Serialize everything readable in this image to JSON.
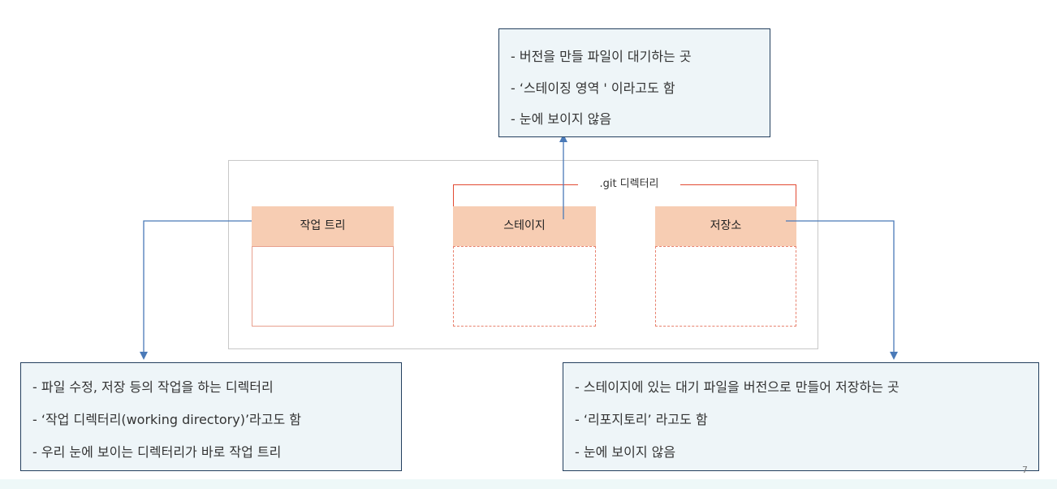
{
  "diagram": {
    "git_directory_label": ".git 디렉터리",
    "areas": {
      "working_tree": {
        "label": "작업 트리"
      },
      "stage": {
        "label": "스테이지"
      },
      "repository": {
        "label": "저장소"
      }
    },
    "callouts": {
      "stage": [
        "- 버전을 만들 파일이 대기하는 곳",
        "- ‘스테이징 영역 ' 이라고도 함",
        "- 눈에 보이지 않음"
      ],
      "working_tree": [
        "- 파일 수정, 저장 등의 작업을 하는 디렉터리",
        "- ‘작업 디렉터리(working directory)’라고도 함",
        "- 우리 눈에 보이는 디렉터리가 바로 작업 트리"
      ],
      "repository": [
        "- 스테이지에 있는 대기 파일을 버전으로 만들어 저장하는 곳",
        "-  ‘리포지토리’ 라고도 함",
        "-  눈에 보이지 않음"
      ]
    },
    "page_number": "7"
  },
  "colors": {
    "header_fill": "#f7cdb3",
    "box_border": "#e8826f",
    "callout_border": "#233f5e",
    "callout_fill": "#eef5f8",
    "arrow": "#4a7ab8"
  }
}
